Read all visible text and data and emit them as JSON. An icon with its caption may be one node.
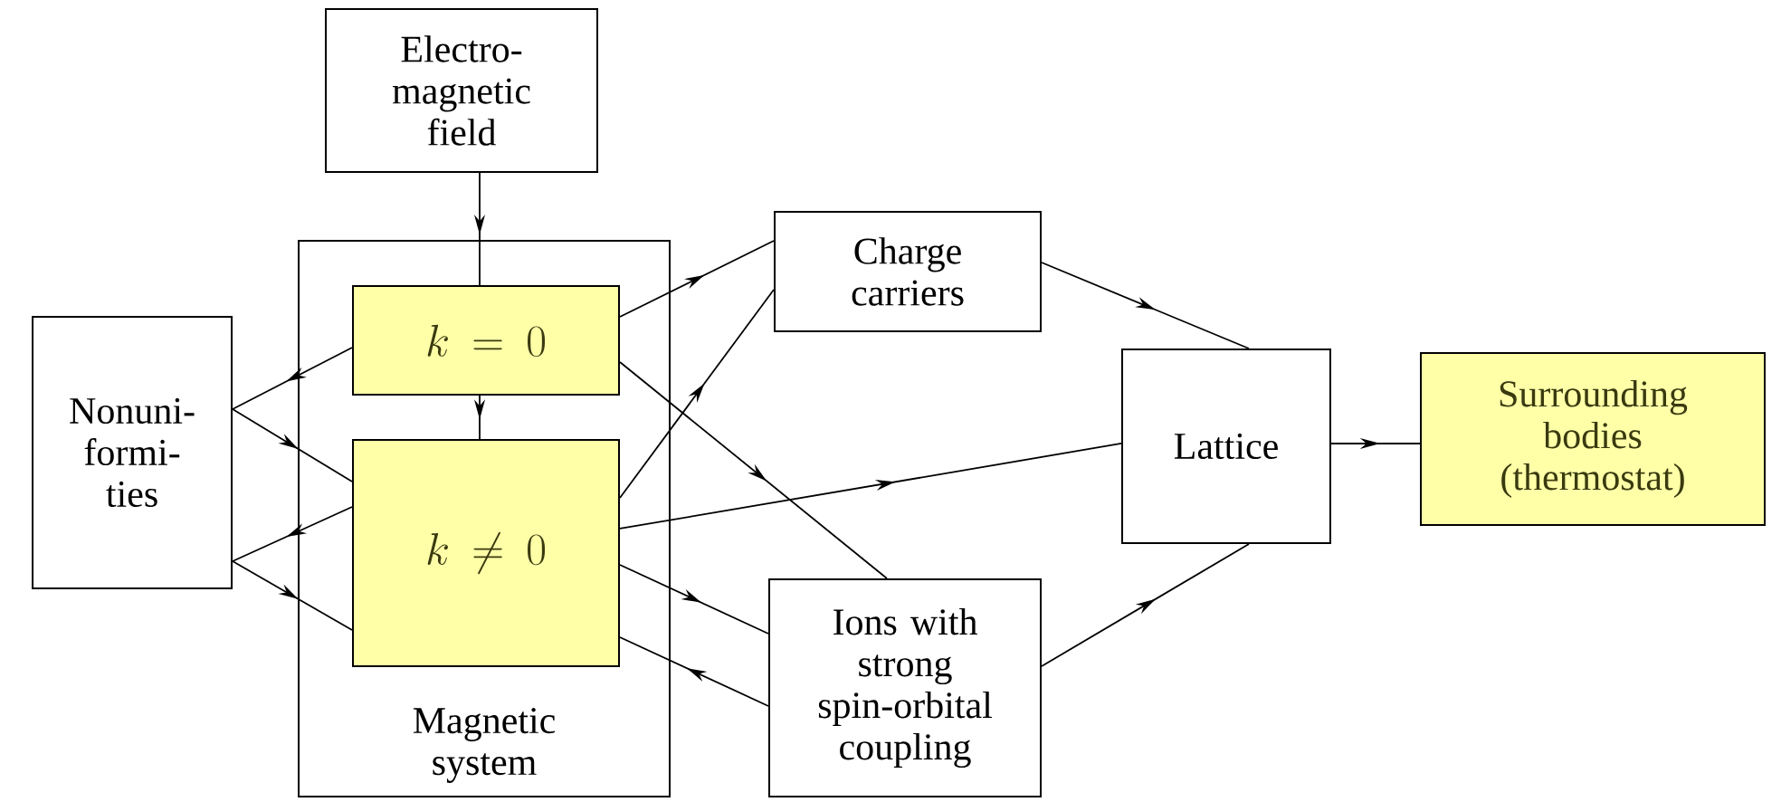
{
  "diagram": {
    "nodes": [
      {
        "text": [
          "Electro-magnetic field"
        ]
      },
      {
        "text": [
          "Nonuni-formi-ties"
        ]
      },
      {
        "text": [
          "Magnetic system"
        ]
      },
      {
        "text": [
          "k = 0"
        ],
        "in": 2
      },
      {
        "text": [
          "k \\neq 0"
        ],
        "in": 2
      },
      {
        "text": [
          "Charge carriers"
        ]
      },
      {
        "text": [
          "Ions with strong spin-orbital coupling"
        ]
      },
      {
        "text": [
          "Lattice"
        ]
      },
      {
        "text": [
          "Surrounding bodies (thermostat)"
        ]
      }
    ],
    "edges": [
      {
        "from": 0,
        "to": 3,
        "arrow": "to"
      },
      {
        "from": 3,
        "to": 4,
        "arrow": "to"
      },
      {
        "from": 3,
        "to": 1,
        "arrow": "to"
      },
      {
        "from": 1,
        "to": 4,
        "arrow": "to"
      },
      {
        "from": 4,
        "to": 1,
        "arrow": "to"
      },
      {
        "from": 1,
        "to": 4,
        "arrow": "to"
      },
      {
        "from": 3,
        "to": 5,
        "arrow": "to"
      },
      {
        "from": 4,
        "to": 5,
        "arrow": "to"
      },
      {
        "from": 3,
        "to": 6,
        "arrow": "to"
      },
      {
        "from": 4,
        "to": 7,
        "arrow": "to"
      },
      {
        "from": 4,
        "to": 6,
        "arrow": "to"
      },
      {
        "from": 6,
        "to": 4,
        "arrow": "to"
      },
      {
        "from": 5,
        "to": 7,
        "arrow": "to"
      },
      {
        "from": 6,
        "to": 7,
        "arrow": "to"
      },
      {
        "from": 7,
        "to": 8,
        "arrow": "to"
      }
    ]
  }
}
